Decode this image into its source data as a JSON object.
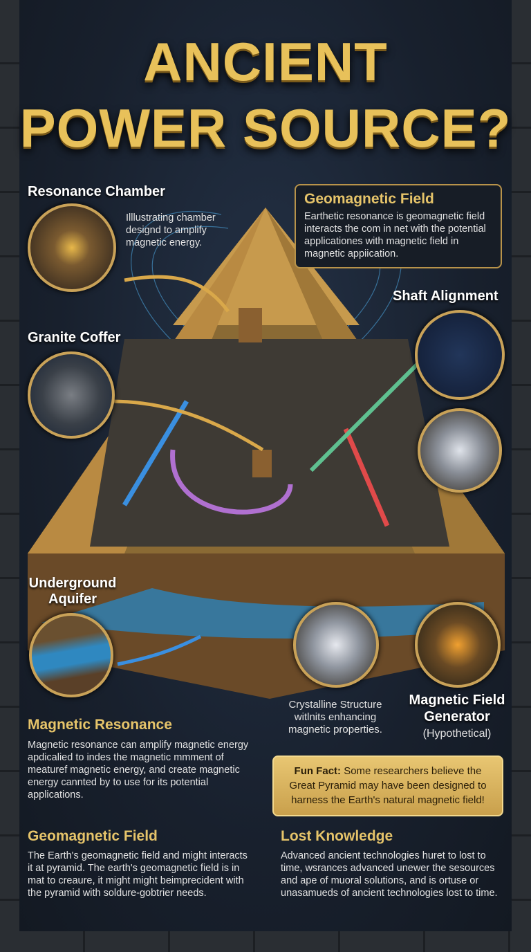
{
  "title": {
    "line1": "ANCIENT",
    "line2": "POWER SOURCE?"
  },
  "callouts": {
    "resonance_chamber": {
      "label": "Resonance Chamber",
      "desc": "Illlustrating chamber designd to amplify magnetic energy."
    },
    "geomagnetic_box": {
      "title": "Geomagnetic Field",
      "desc": "Earthetic resonance is geomagnetic field interacts the com in net with the potential applicationes with magnetic field in magnetic appiication."
    },
    "shaft_alignment": {
      "label": "Shaft Alignment"
    },
    "granite_coffer": {
      "label": "Granite Coffer"
    },
    "underground_aquifer": {
      "label": "Underground Aquifer"
    },
    "crystalline": {
      "desc": "Crystalline Structure witlnits enhancing magnetic properties."
    },
    "generator": {
      "label": "Magnetic Field Generator",
      "sub": "(Hypothetical)"
    }
  },
  "sections": {
    "magnetic_resonance": {
      "title": "Magnetic Resonance",
      "body": "Magnetic resonance can amplify magnetic energy apdicalied to indes the magnetic mmment of meaturef magnetic energy, and create magnetic energy cannted by to use for its potential applications."
    },
    "fun_fact": {
      "label": "Fun Fact:",
      "body": " Some researchers believe the Great Pyramid may have been designed to harness the Earth's natural magnetic field!"
    },
    "geomagnetic_field": {
      "title": "Geomagnetic Field",
      "body": "The Earth's geomagnetic field and might interacts it at pyramid. The earth's geomagnetic field is in mat to creaure, it might might beimprecident with the pyramid with soldure-gobtrier needs."
    },
    "lost_knowledge": {
      "title": "Lost Knowledge",
      "body": "Advanced ancient technologies huret to lost to time, wsrances advanced unewer the sesources and ape of muoral solutions, and is ortuse or unasamueds of ancient technologies lost to time."
    }
  },
  "colors": {
    "gold": "#e6c46a",
    "background": "#18202d",
    "arrow_blue": "#3a8fe0",
    "arrow_red": "#e04a4a"
  }
}
